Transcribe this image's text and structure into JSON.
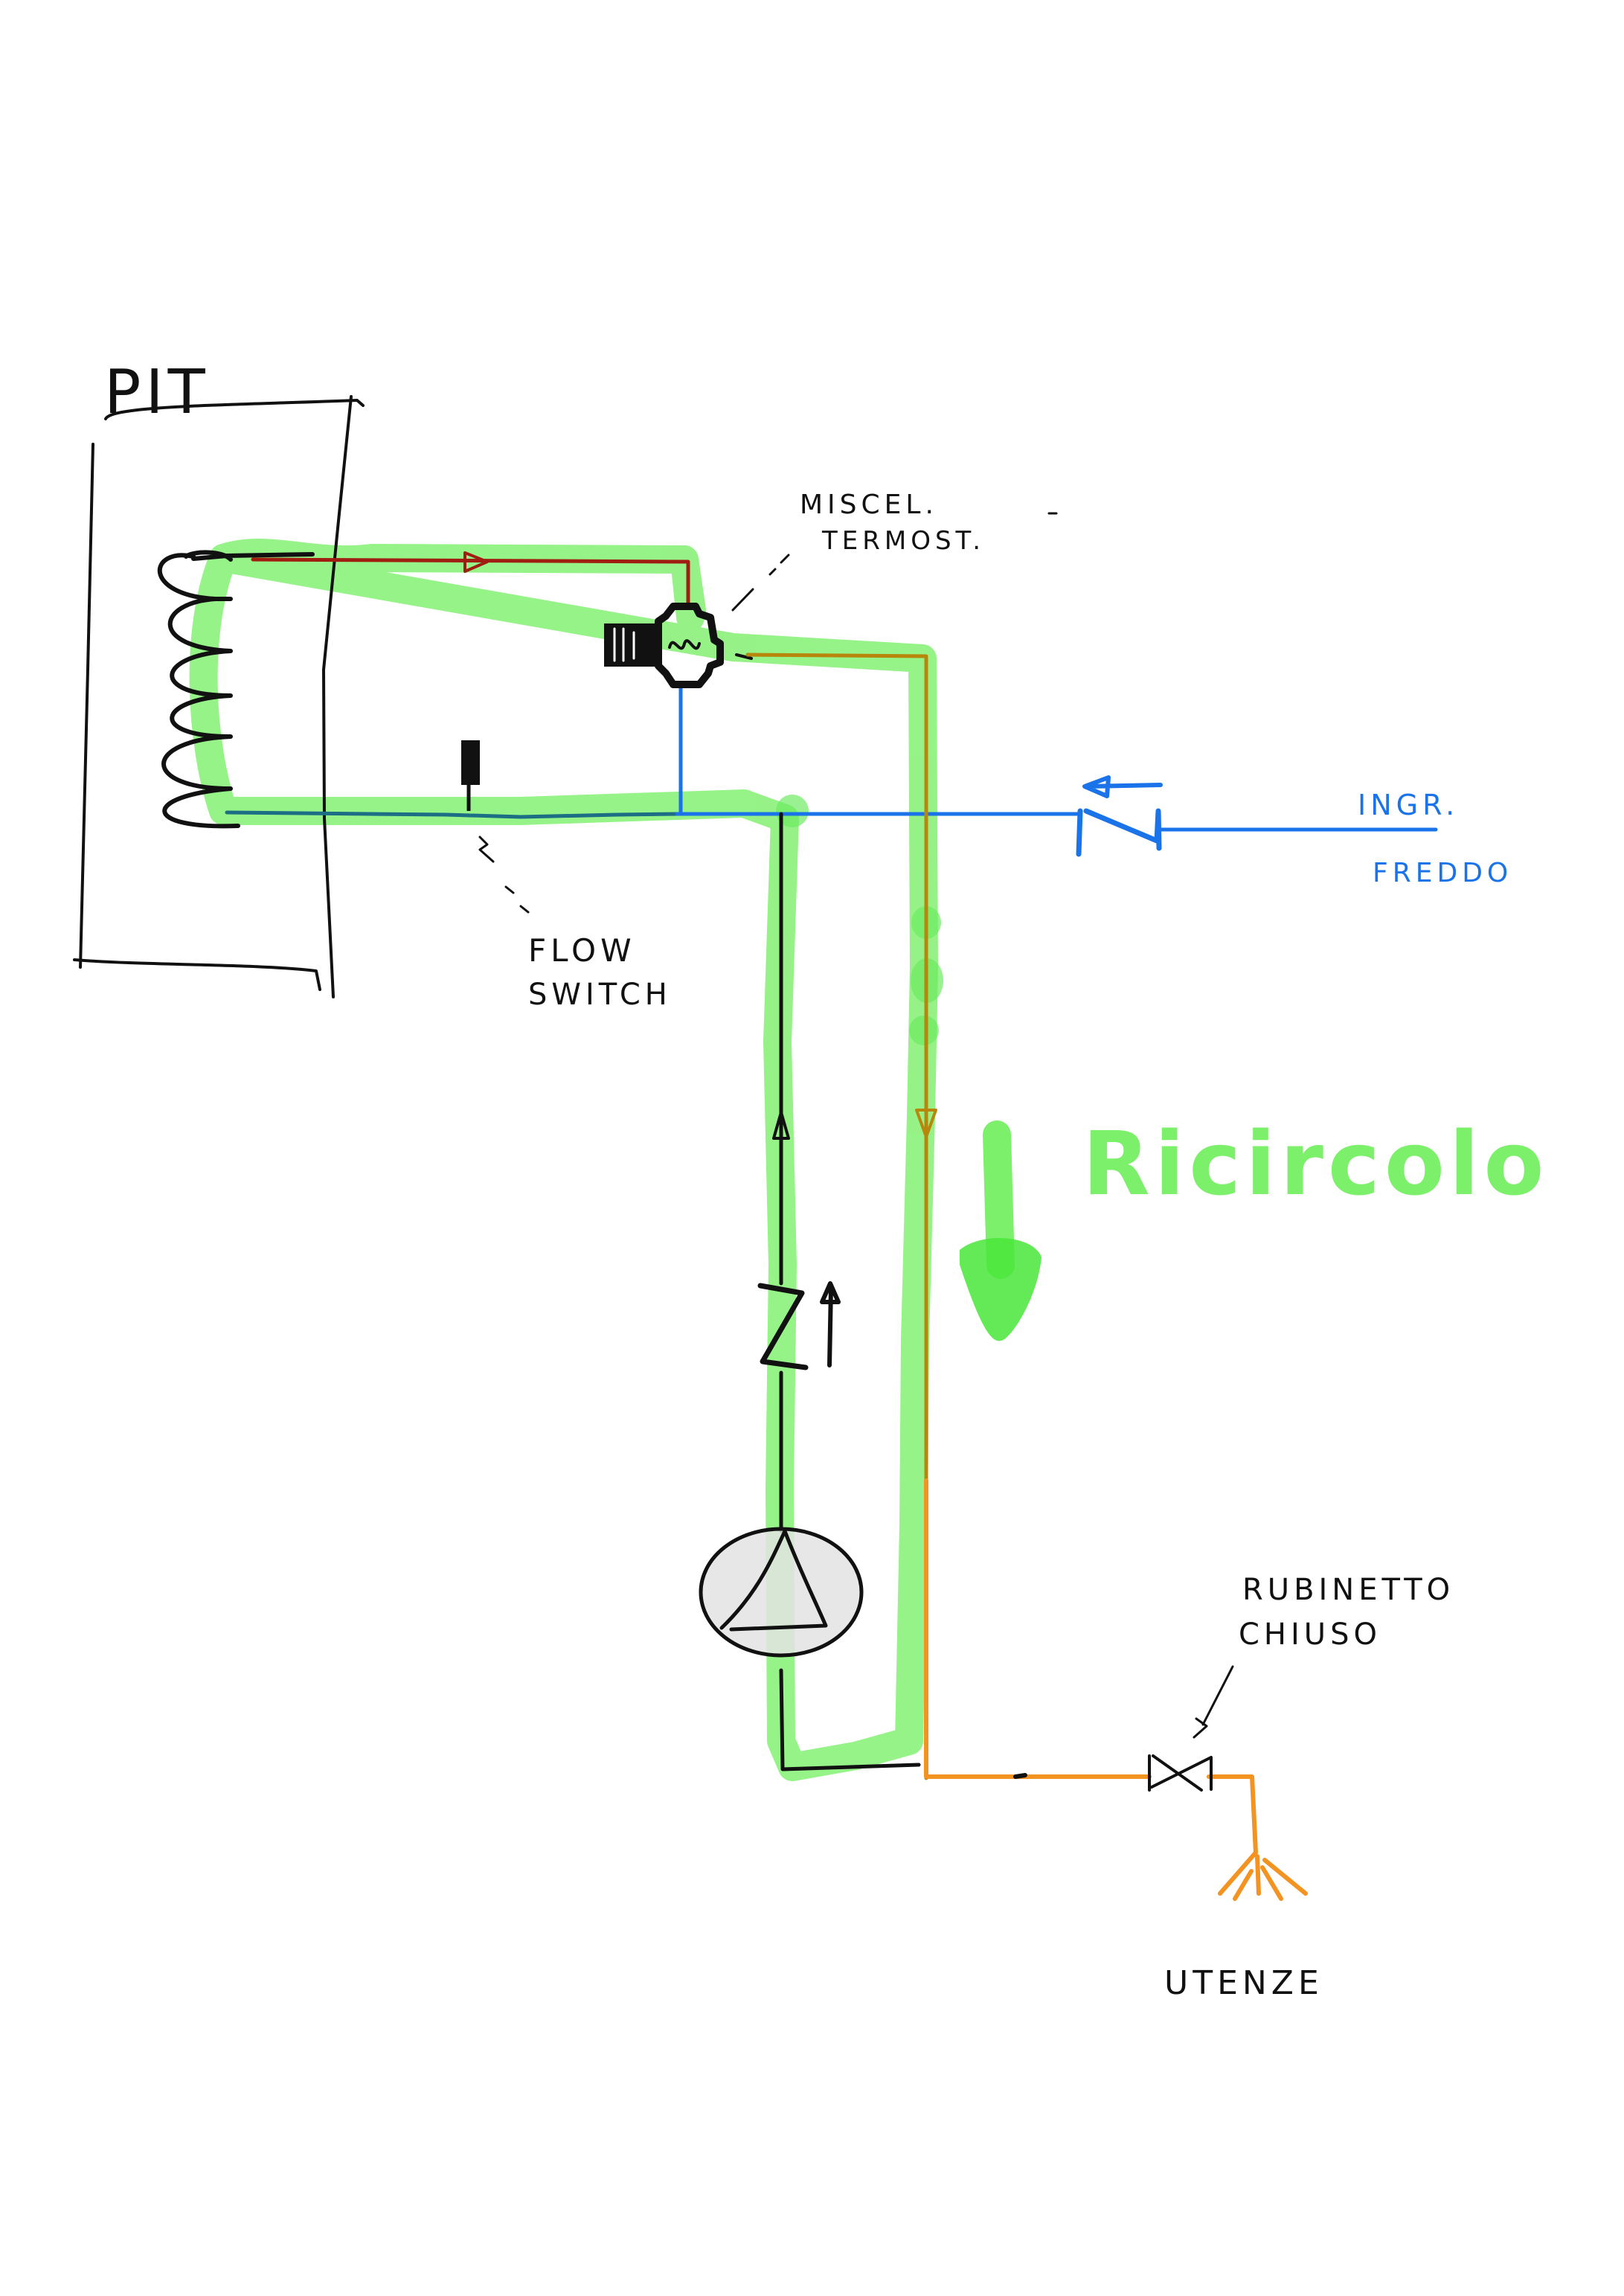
{
  "diagram": {
    "type": "hand-drawn hydraulic schematic (hot water recirculation)",
    "labels": {
      "pit": "PIT",
      "mixer_line1": "MISCEL.",
      "mixer_line2": "TERMOST.",
      "flow_switch_line1": "FLOW",
      "flow_switch_line2": "SWITCH",
      "cold_inlet_line1": "INGR.",
      "cold_inlet_line2": "FREDDO",
      "recirculation": "Ricircolo",
      "tap_line1": "RUBINETTO",
      "tap_line2": "CHIUSO",
      "users": "UTENZE"
    },
    "components": [
      {
        "id": "pit-tank",
        "label": "PIT",
        "kind": "tank with heating coil"
      },
      {
        "id": "thermostatic-mixer",
        "label": "MISCEL. TERMOST.",
        "kind": "thermostatic mixing valve"
      },
      {
        "id": "flow-switch",
        "label": "FLOW SWITCH",
        "kind": "flow switch"
      },
      {
        "id": "cold-inlet-check-valve",
        "label": "INGR. FREDDO",
        "kind": "check valve"
      },
      {
        "id": "recirc-check-valve",
        "label": "",
        "kind": "check valve"
      },
      {
        "id": "recirc-pump",
        "label": "",
        "kind": "circulation pump"
      },
      {
        "id": "closed-tap",
        "label": "RUBINETTO CHIUSO",
        "kind": "gate valve (closed)"
      },
      {
        "id": "users-outlet",
        "label": "UTENZE",
        "kind": "users / outlets"
      }
    ],
    "pipe_colors": {
      "hot_supply": "#a01d12",
      "cold_water": "#1a73e8",
      "return_teal": "#1b6e84",
      "mixed_outlet": "#b8860b",
      "users_line": "#f39322",
      "recirc_line": "#111111",
      "highlight": "#7cf06a",
      "highlight_strong": "#49e63a",
      "pump_fill": "#e3e3e3"
    }
  }
}
